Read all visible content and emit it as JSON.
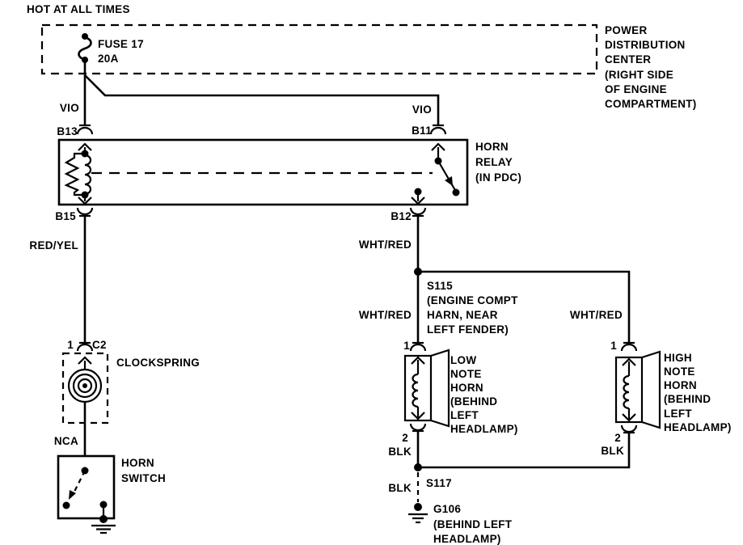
{
  "diagram": {
    "colors": {
      "ink": "#000000",
      "background": "#ffffff"
    },
    "header": {
      "hot": "HOT AT ALL TIMES",
      "fuse_name": "FUSE 17",
      "fuse_rating": "20A",
      "pdc": [
        "POWER",
        "DISTRIBUTION",
        "CENTER",
        "(RIGHT SIDE",
        "OF ENGINE",
        "COMPARTMENT)"
      ]
    },
    "relay": {
      "lines": [
        "HORN",
        "RELAY",
        "(IN PDC)"
      ]
    },
    "pins": {
      "b13": "B13",
      "b11": "B11",
      "b15": "B15",
      "b12": "B12",
      "cs_pin": "1",
      "cs_conn": "C2",
      "low_1": "1",
      "low_2": "2",
      "high_1": "1",
      "high_2": "2"
    },
    "wire_labels": {
      "vio_left": "VIO",
      "vio_right": "VIO",
      "red_yel": "RED/YEL",
      "wht_red_top": "WHT/RED",
      "wht_red_left": "WHT/RED",
      "wht_red_right": "WHT/RED",
      "blk_low": "BLK",
      "blk_high": "BLK",
      "blk_bottom": "BLK",
      "nca": "NCA"
    },
    "splices": {
      "s115": [
        "S115",
        "(ENGINE COMPT",
        "HARN, NEAR",
        "LEFT FENDER)"
      ],
      "s117": "S117"
    },
    "grounds": {
      "g106": [
        "G106",
        "(BEHIND LEFT",
        "HEADLAMP)"
      ]
    },
    "components": {
      "clockspring": "CLOCKSPRING",
      "horn_switch": [
        "HORN",
        "SWITCH"
      ],
      "low_horn": [
        "LOW",
        "NOTE",
        "HORN",
        "(BEHIND",
        "LEFT",
        "HEADLAMP)"
      ],
      "high_horn": [
        "HIGH",
        "NOTE",
        "HORN",
        "(BEHIND",
        "LEFT",
        "HEADLAMP)"
      ]
    }
  }
}
